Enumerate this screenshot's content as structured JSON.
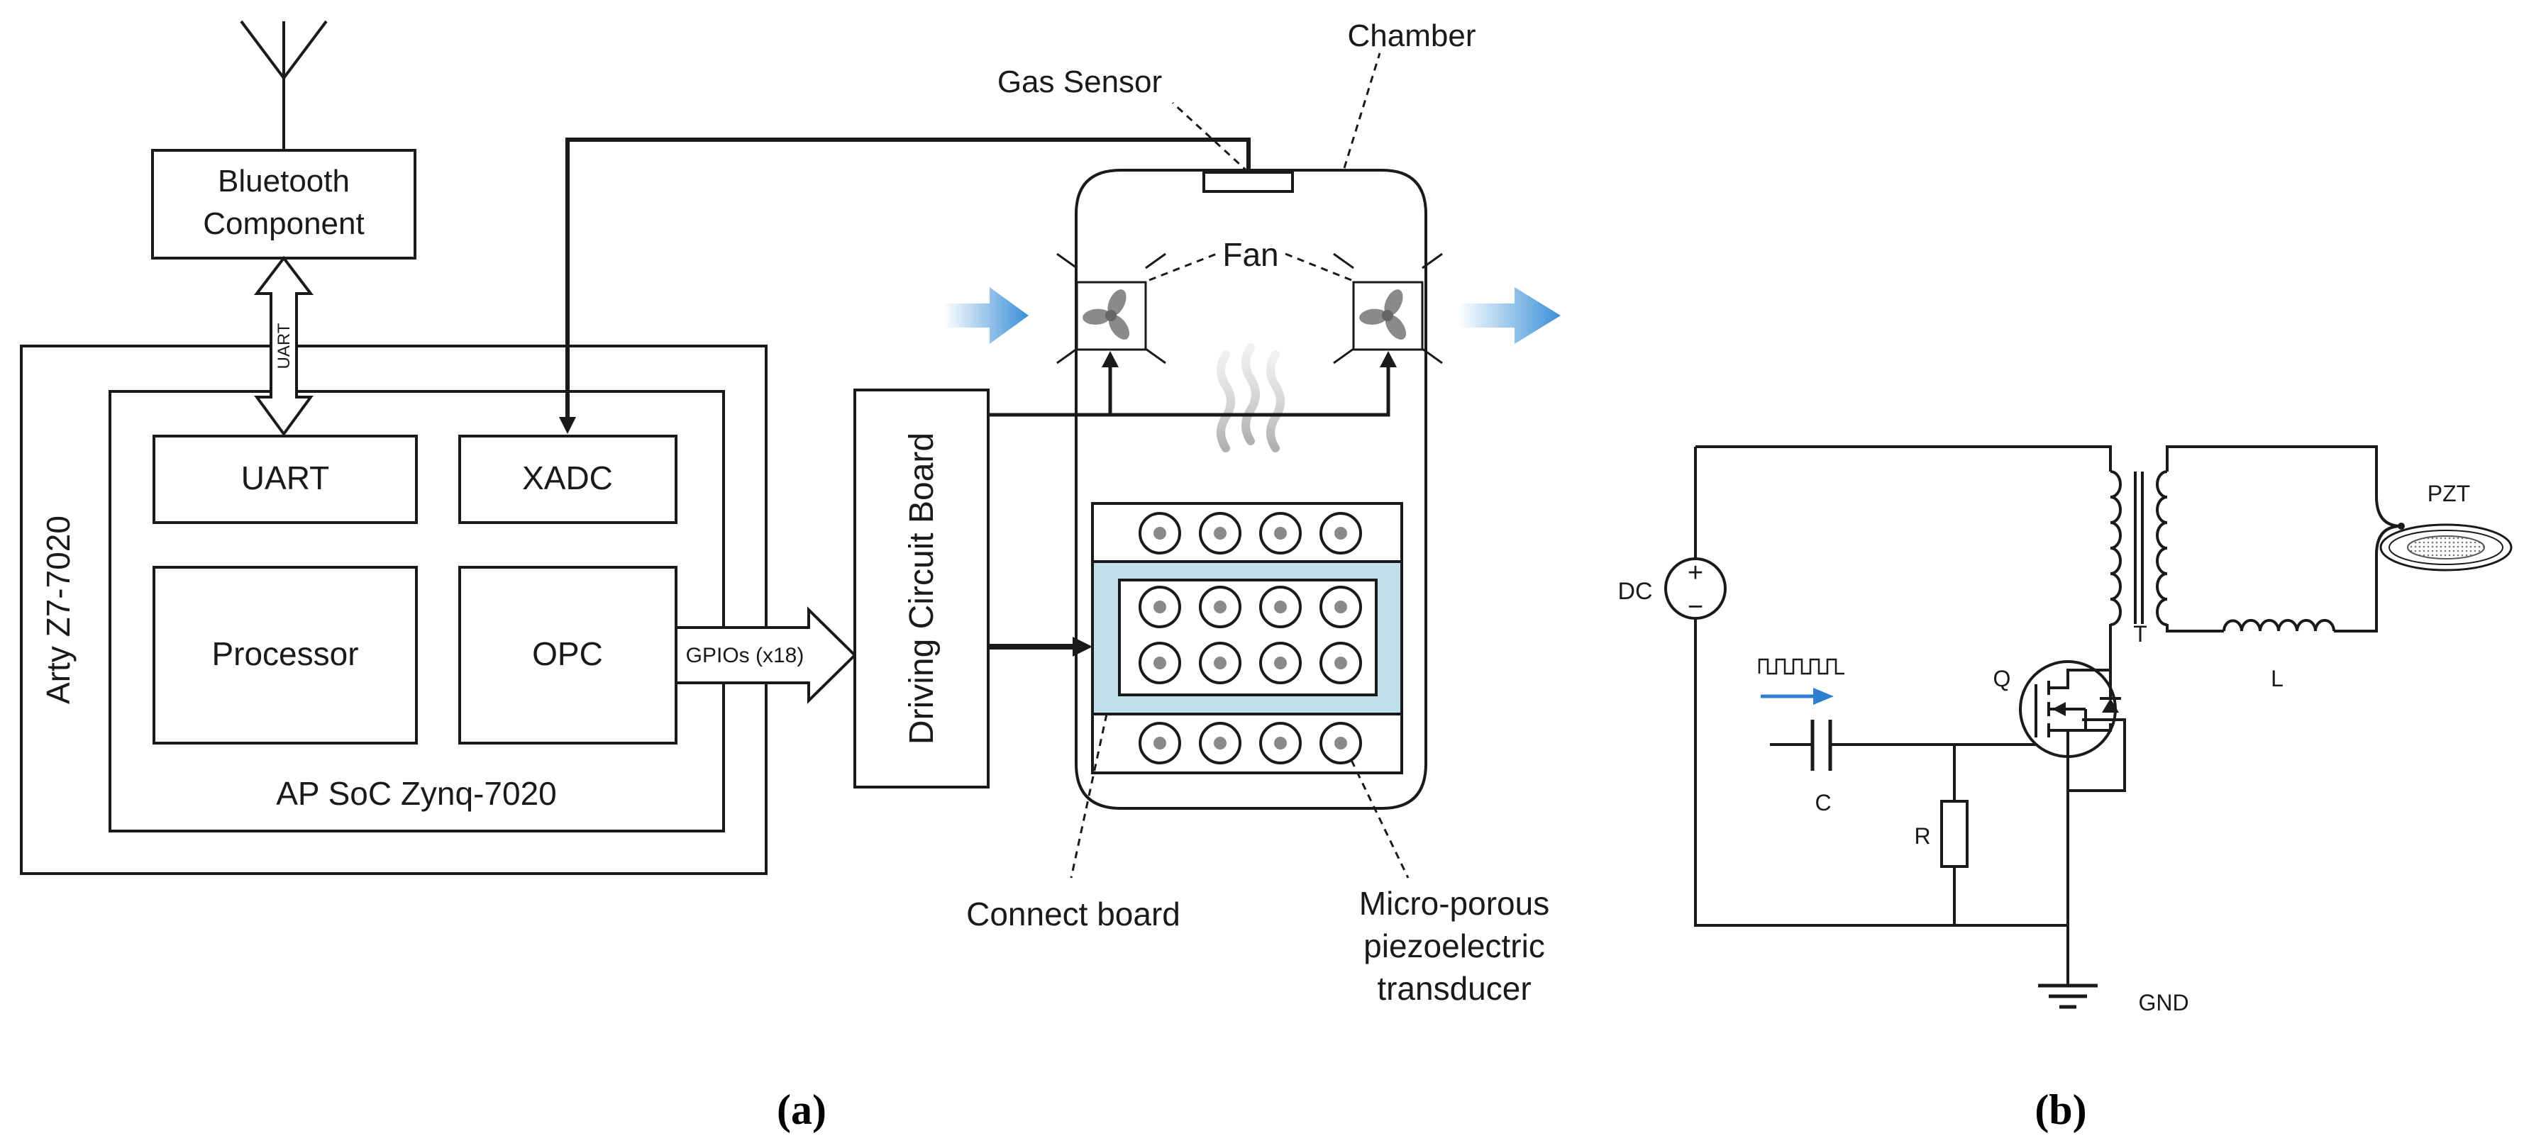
{
  "panel_a": {
    "caption": "(a)",
    "antenna": "antenna-icon",
    "bluetooth_line1": "Bluetooth",
    "bluetooth_line2": "Component",
    "uart_bus": "UART",
    "arty": "Arty Z7-7020",
    "soc": "AP SoC Zynq-7020",
    "uart": "UART",
    "xadc": "XADC",
    "processor": "Processor",
    "opc": "OPC",
    "gpios": "GPIOs (x18)",
    "driving": "Driving Circuit Board",
    "gas_sensor": "Gas Sensor",
    "chamber": "Chamber",
    "fan": "Fan",
    "connect_board": "Connect board",
    "transducer_line1": "Micro-porous",
    "transducer_line2": "piezoelectric",
    "transducer_line3": "transducer",
    "colors": {
      "airflow": "#3a8fd8",
      "board": "#bfe0ea",
      "fan": "#8a8a8a",
      "heat": "#c8c8c8"
    }
  },
  "panel_b": {
    "caption": "(b)",
    "dc": "DC",
    "plus": "+",
    "minus": "−",
    "pzt": "PZT",
    "t": "T",
    "l": "L",
    "q": "Q",
    "c": "C",
    "r": "R",
    "gnd": "GND"
  }
}
